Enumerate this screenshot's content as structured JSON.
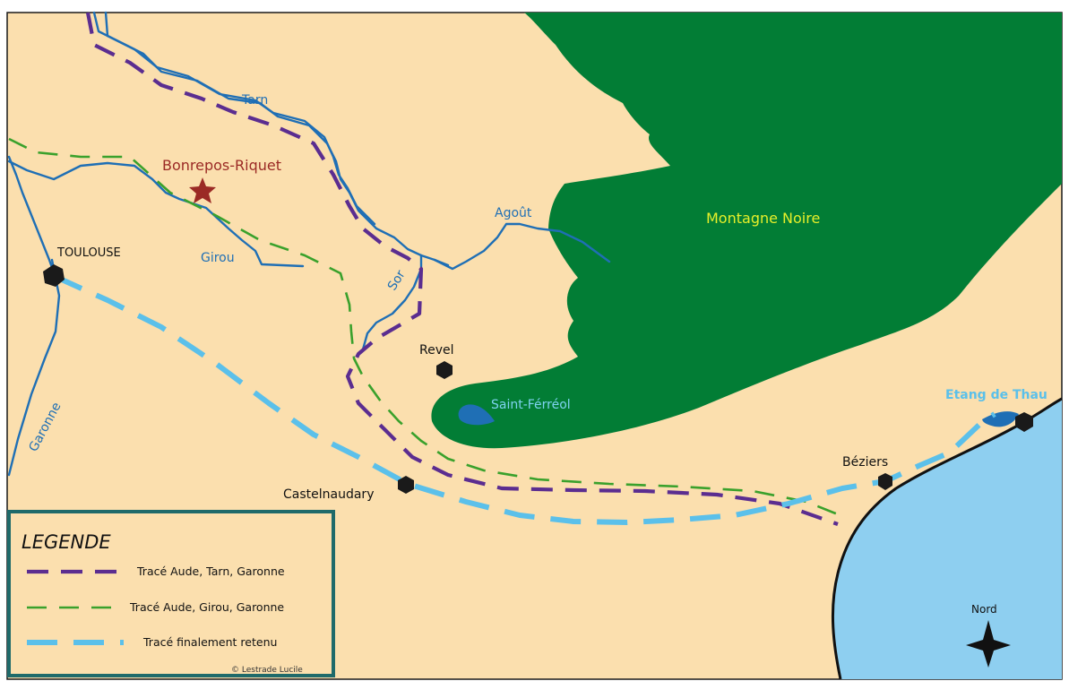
{
  "map": {
    "colors": {
      "land": "#fbdfae",
      "forest": "#027d35",
      "sea": "#8ecff0",
      "river": "#1f6fb5",
      "route_tarn": "#5b2d90",
      "route_girou": "#3aa12c",
      "route_final": "#5bc0ea",
      "star": "#9b2a25",
      "legend_border": "#1f6a6a"
    },
    "labels": {
      "montagne_noire": "Montagne Noire",
      "bonrepos": "Bonrepos-Riquet",
      "toulouse": "TOULOUSE",
      "revel": "Revel",
      "saint_ferreol": "Saint-Férréol",
      "etang_thau": "Etang de Thau",
      "beziers": "Béziers",
      "castelnaudary": "Castelnaudary",
      "nord": "Nord"
    },
    "rivers": {
      "tarn": "Tarn",
      "agout": "Agoût",
      "girou": "Girou",
      "sor": "Sor",
      "garonne": "Garonne"
    },
    "icons": [
      "star-icon",
      "compass-north-icon",
      "city-marker-icon"
    ]
  },
  "legend": {
    "title": "LEGENDE",
    "items": [
      {
        "label": "Tracé Aude, Tarn, Garonne"
      },
      {
        "label": "Tracé Aude, Girou, Garonne"
      },
      {
        "label": "Tracé finalement retenu"
      }
    ],
    "credit": "© Lestrade Lucile"
  }
}
